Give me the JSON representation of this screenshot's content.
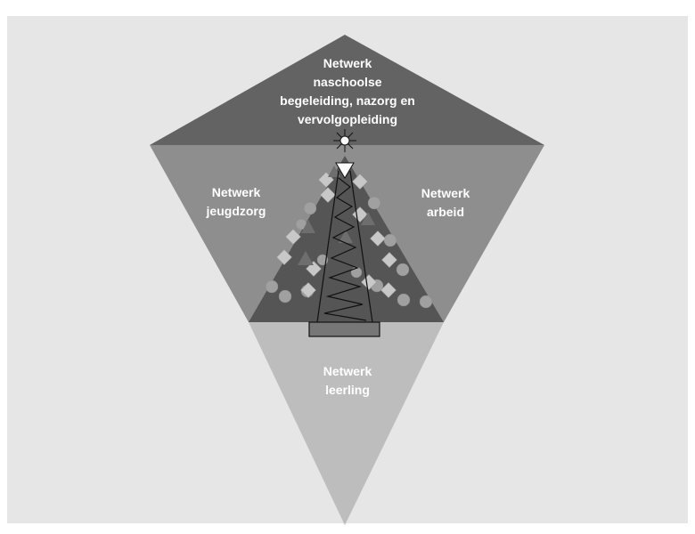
{
  "diagram": {
    "top_label": [
      "Netwerk",
      "naschoolse",
      "begeleiding, nazorg en",
      "vervolgopleiding"
    ],
    "left_label": [
      "Netwerk",
      "jeugdzorg"
    ],
    "right_label": [
      "Netwerk",
      "arbeid"
    ],
    "bottom_label": [
      "Netwerk",
      "leerling"
    ]
  },
  "colors": {
    "background": "#e6e6e6",
    "top_region": "#636363",
    "middle_region": "#8e8e8e",
    "bottom_region": "#bdbdbd",
    "tree_triangle": "#555555",
    "ornament": "#a8a8a8",
    "ornament_dark": "#777777",
    "tower_stroke": "#111111",
    "text": "#ffffff"
  }
}
